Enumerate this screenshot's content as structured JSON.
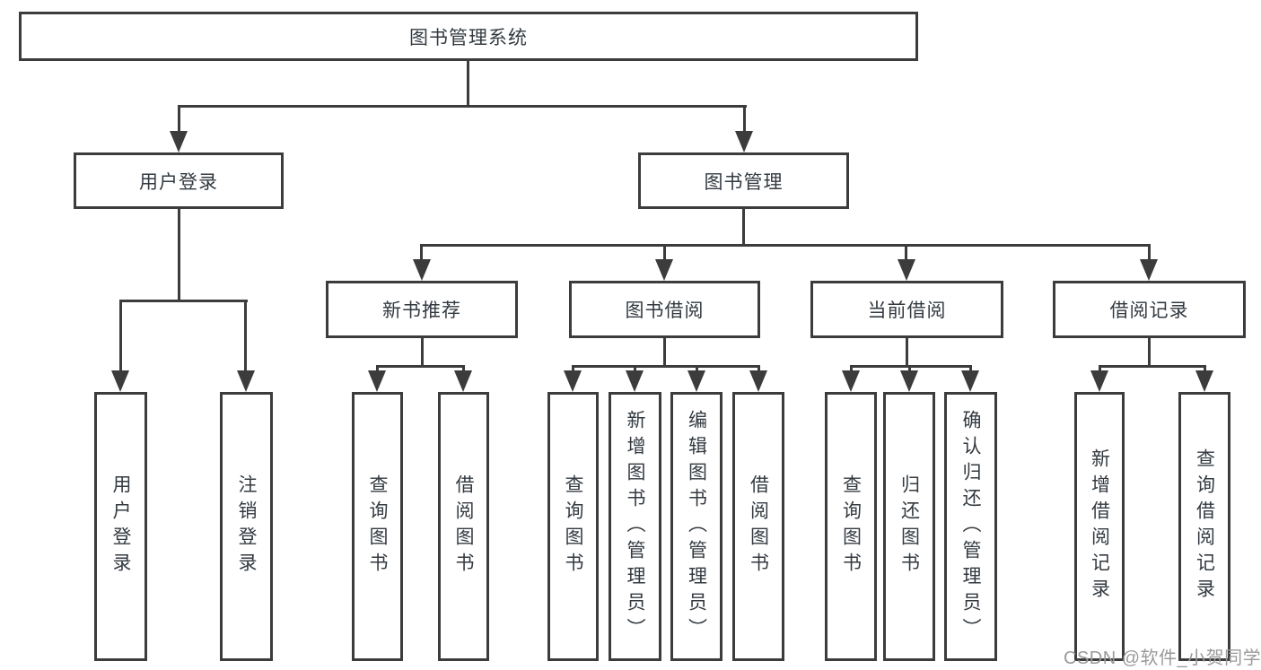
{
  "diagram": {
    "root": {
      "label": "图书管理系统"
    },
    "branches": [
      {
        "label": "用户登录",
        "leaves": [
          {
            "label": "用户登录"
          },
          {
            "label": "注销登录"
          }
        ]
      },
      {
        "label": "图书管理",
        "groups": [
          {
            "label": "新书推荐",
            "leaves": [
              {
                "label": "查询图书"
              },
              {
                "label": "借阅图书"
              }
            ]
          },
          {
            "label": "图书借阅",
            "leaves": [
              {
                "label": "查询图书"
              },
              {
                "label": "新增图书（管理员）"
              },
              {
                "label": "编辑图书（管理员）"
              },
              {
                "label": "借阅图书"
              }
            ]
          },
          {
            "label": "当前借阅",
            "leaves": [
              {
                "label": "查询图书"
              },
              {
                "label": "归还图书"
              },
              {
                "label": "确认归还（管理员）"
              }
            ]
          },
          {
            "label": "借阅记录",
            "leaves": [
              {
                "label": "新增借阅记录"
              },
              {
                "label": "查询借阅记录"
              }
            ]
          }
        ]
      }
    ]
  },
  "watermark": {
    "text": "CSDN @软件_小贺同学"
  },
  "colors": {
    "line": "#3c3c3c",
    "text": "#333a41",
    "watermark": "#9a9a9a",
    "background": "#ffffff"
  }
}
